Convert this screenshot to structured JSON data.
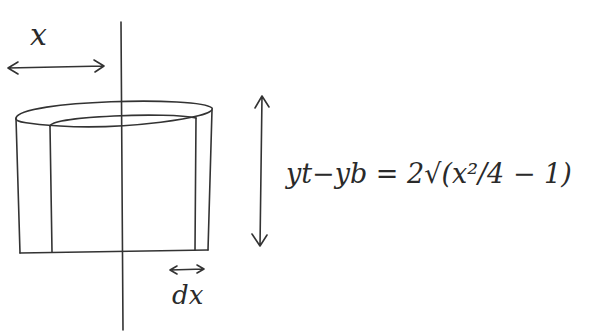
{
  "diagram": {
    "labels": [
      "x",
      "dx",
      "yt−yb = 2√(x²/4 − 1)"
    ]
  }
}
